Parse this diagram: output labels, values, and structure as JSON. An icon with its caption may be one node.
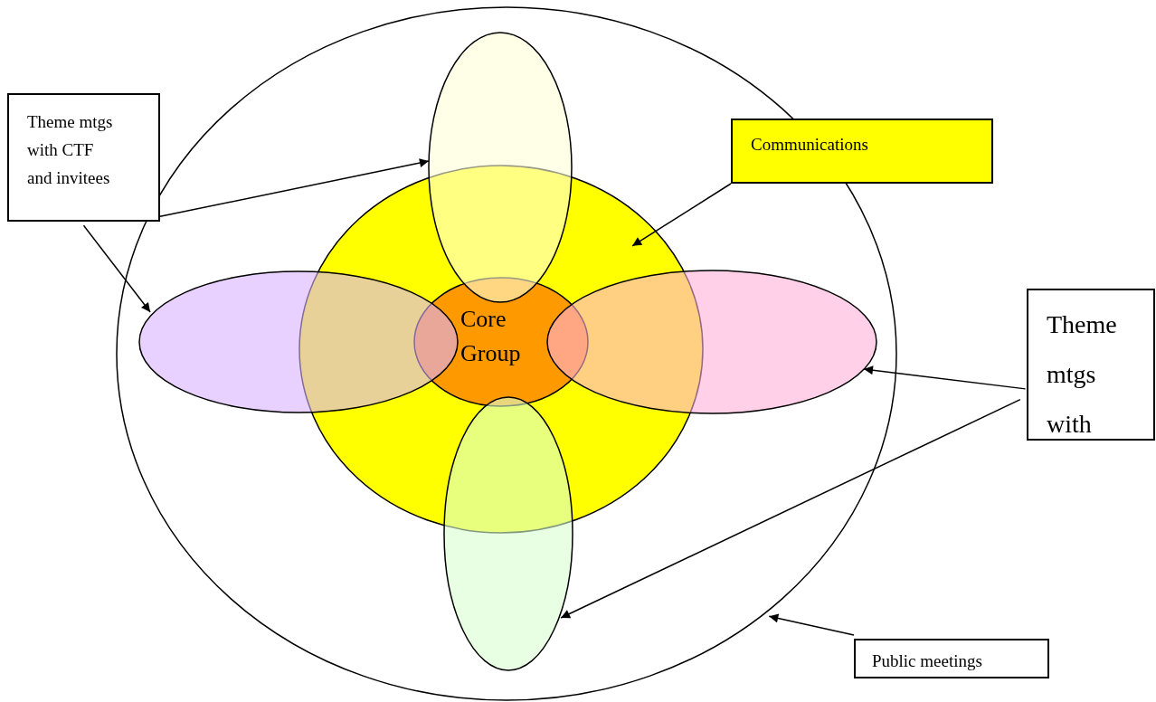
{
  "diagram": {
    "nodes": [
      {
        "text": [],
        "shape": "ellipse"
      },
      {
        "text": [],
        "shape": "ellipse",
        "in": 0
      },
      {
        "text": [],
        "shape": "ellipse",
        "in": 0
      },
      {
        "text": [],
        "shape": "ellipse",
        "in": 0
      },
      {
        "text": [],
        "shape": "ellipse",
        "in": 0
      },
      {
        "text": [],
        "shape": "ellipse",
        "in": 0
      },
      {
        "text": [
          "Core Group"
        ],
        "in": 1
      },
      {
        "text": [
          "Theme mtgs with CTF and invitees"
        ]
      },
      {
        "text": [
          "Communications"
        ]
      },
      {
        "text": [
          "Theme mtgs with"
        ]
      },
      {
        "text": [
          "Public meetings"
        ]
      }
    ],
    "edges": [
      {
        "from": 7,
        "to": 2,
        "arrow": "to"
      },
      {
        "from": 7,
        "to": 3,
        "arrow": "to"
      },
      {
        "from": 8,
        "to": 1,
        "arrow": "to"
      },
      {
        "from": 9,
        "to": 4,
        "arrow": "to"
      },
      {
        "from": 9,
        "to": 5,
        "arrow": "to"
      },
      {
        "from": 10,
        "to": 0,
        "arrow": "to"
      }
    ]
  }
}
